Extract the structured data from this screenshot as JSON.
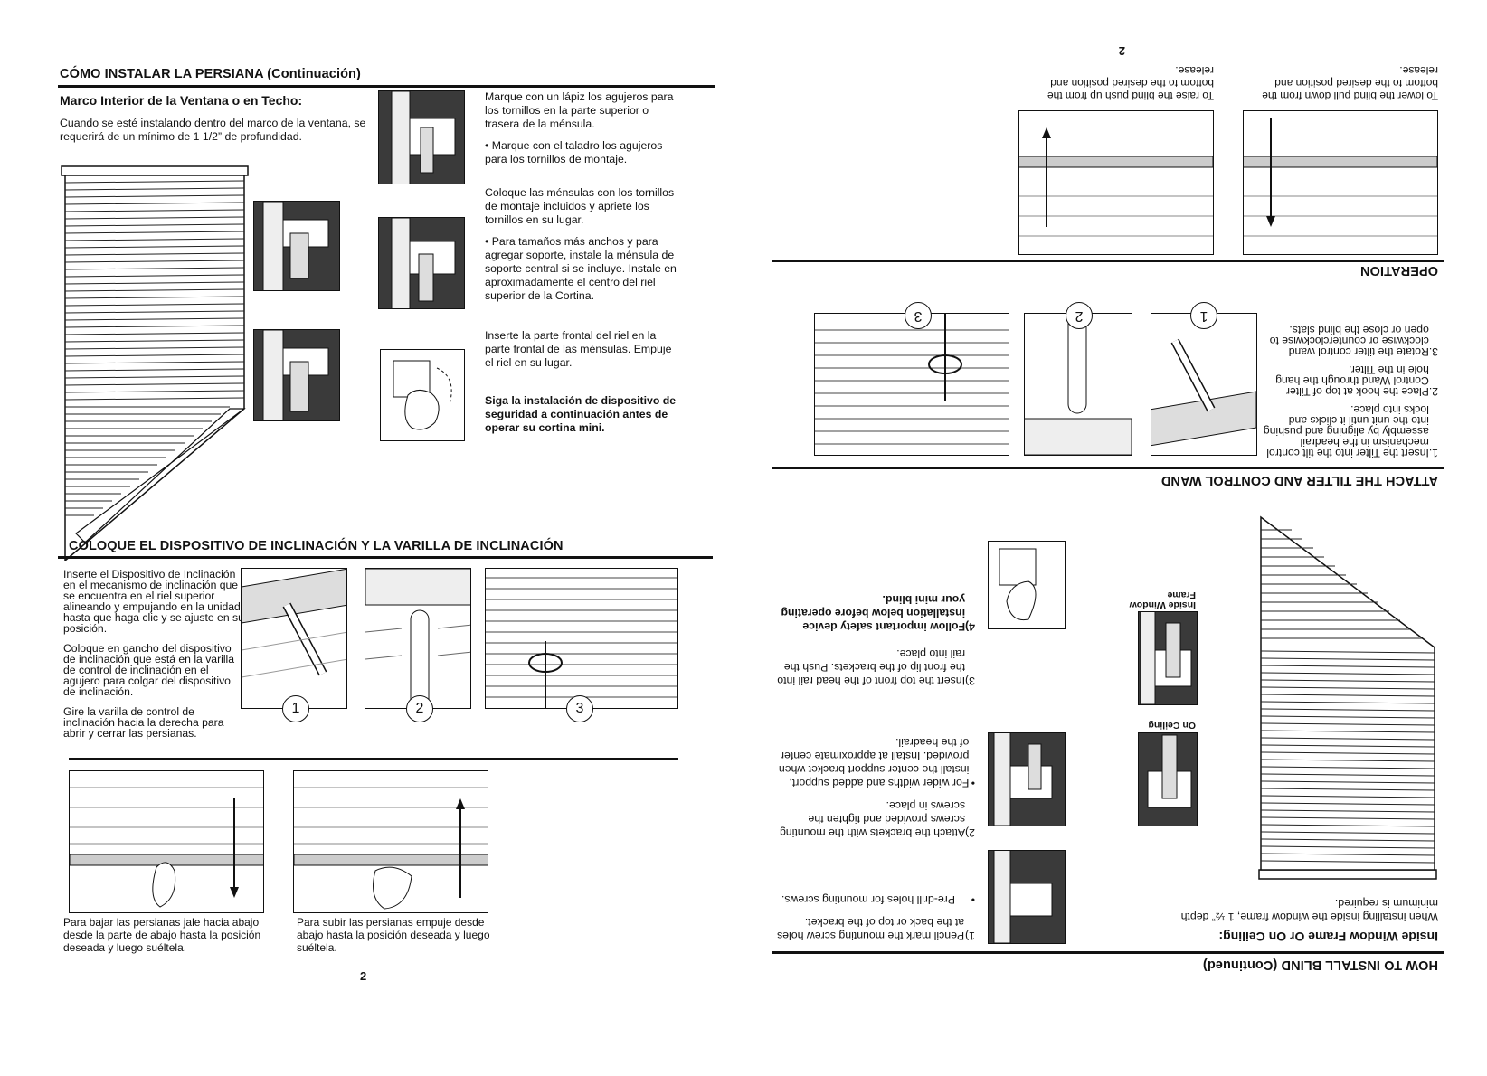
{
  "left": {
    "title_main": "CÓMO INSTALAR LA PERSIANA",
    "title_suffix": "(Continuación)",
    "subtitle": "Marco Interior de la Ventana o en Techo:",
    "intro": "Cuando se esté instalando dentro del marco de la ventana, se requerirá de un mínimo de 1 1/2” de profundidad.",
    "steps": {
      "mark": "Marque con un lápiz los agujeros para los tornillos en la parte superior o trasera de la ménsula.",
      "drill": "• Marque con el taladro los agujeros para los tornillos de montaje.",
      "place": "Coloque las ménsulas con los tornillos de montaje incluidos y apriete los tornillos en su lugar.",
      "wide": "• Para tamaños más anchos y para agregar soporte, instale la ménsula de soporte central si se incluye. Instale en aproximadamente el centro del riel superior de la Cortina.",
      "insert": "Inserte la parte frontal del riel en la parte frontal de las ménsulas. Empuje el riel en su lugar.",
      "safety": "Siga la instalación de dispositivo de seguridad a continuación antes de operar su cortina mini."
    },
    "tilt_title": "COLOQUE EL DISPOSITIVO DE INCLINACIÓN Y LA VARILLA DE INCLINACIÓN",
    "tilt_text": {
      "p1": "Inserte el Dispositivo de Inclinación en el mecanismo de inclinación que se encuentra en el riel superior alineando y empujando en la unidad hasta que haga clic y se ajuste en su posición.",
      "p2": "Coloque en gancho del dispositivo de inclinación que está en la varilla de control de inclinación en el agujero para colgar del dispositivo de inclinación.",
      "p3": "Gire la varilla de control de inclinación hacia la derecha para abrir y cerrar las persianas."
    },
    "tilt_numbers": [
      "1",
      "2",
      "3"
    ],
    "lower_text": "Para bajar las persianas jale hacia abajo desde la parte de abajo hasta la posición deseada y luego suéltela.",
    "raise_text": "Para subir las persianas empuje desde abajo hasta la posición deseada y luego suéltela.",
    "page_number": "2"
  },
  "right": {
    "title_main": "HOW TO INSTALL BLIND",
    "title_suffix": "(Continued)",
    "subtitle": "Inside Window Frame Or On Ceiling:",
    "intro": "When installing inside the window frame, 1 ½” depth minimum is required.",
    "labels": {
      "on_ceiling": "On Ceiling",
      "inside_frame_1": "Inside Window",
      "inside_frame_2": "Frame"
    },
    "steps": {
      "s1_num": "1)",
      "s1": "Pencil mark the mounting screw holes at the back or top of the bracket.",
      "s1b": "Pre-drill holes for mounting screws.",
      "s2_num": "2)",
      "s2": "Attach the brackets with the mounting screws provided and tighten the screws in place.",
      "s2b": "For wider widths and added support, install the center support bracket when provided. Install at approximate center of the headrail.",
      "s3_num": "3)",
      "s3": "Insert the top front of the head rail into the front lip of the brackets. Push the rail into place.",
      "s4_num": "4)",
      "s4": "Follow important safety device installation below before operating your mini blind."
    },
    "tilt_title": "ATTACH THE TILTER AND CONTROL WAND",
    "tilt_steps": [
      {
        "num": "1.",
        "text": "Insert the Tilter into the tilt control mechanism in the headrail assembly by aligning and pushing into the unit until it clicks and locks into place."
      },
      {
        "num": "2.",
        "text": "Place the hook at top of Tilter Control Wand through the hang hole in the Tilter."
      },
      {
        "num": "3.",
        "text": "Rotate the tilter control wand clockwise or counterclockwise to open or close the blind slats."
      }
    ],
    "tilt_numbers": [
      "1",
      "2",
      "3"
    ],
    "operation_title": "OPERATION",
    "lower_text": "To lower the blind pull down from the bottom to the desired position and release.",
    "raise_text": "To raise the blind push up from the bottom to the desired position and release.",
    "page_number": "2"
  }
}
